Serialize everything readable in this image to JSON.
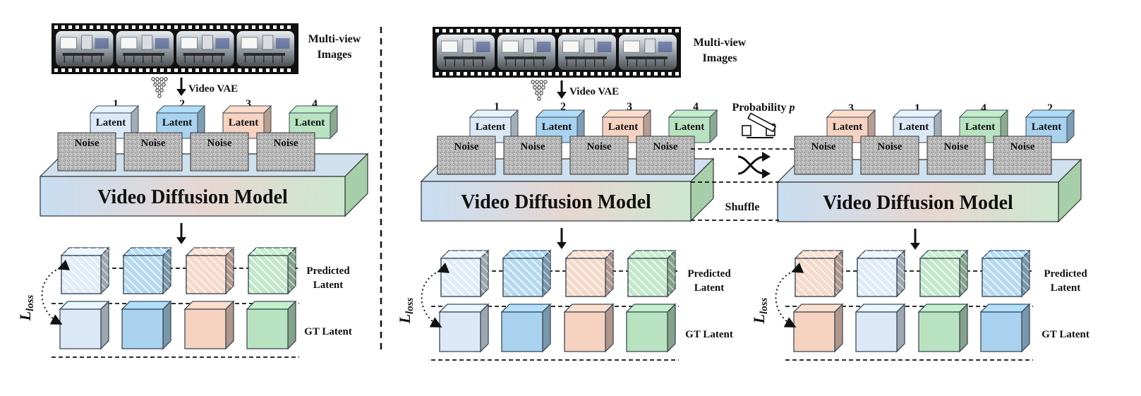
{
  "labels": {
    "multiview_line1": "Multi-view",
    "multiview_line2": "Images",
    "video_vae": "Video VAE",
    "latent": "Latent",
    "noise": "Noise",
    "model": "Video Diffusion Model",
    "predicted_line1": "Predicted",
    "predicted_line2": "Latent",
    "gt_latent": "GT Latent",
    "loss_main": "L",
    "loss_sub": "loss",
    "probability": "Probability ",
    "probability_var": "p",
    "shuffle": "Shuffle"
  },
  "colors": {
    "blue_light": "#dbe8f5",
    "blue": "#a8d2ee",
    "peach": "#f6d2c0",
    "green": "#b9e3c0",
    "platform_start": "#c7def2",
    "platform_mid": "#e7d6d1",
    "platform_end": "#cde8cf"
  },
  "left_panel": {
    "frame_order": [
      "1",
      "2",
      "3",
      "4"
    ],
    "predicted_colors": [
      "blue_light",
      "blue",
      "peach",
      "green"
    ],
    "gt_colors": [
      "blue_light",
      "blue",
      "peach",
      "green"
    ]
  },
  "right_panel_a": {
    "frame_order": [
      "1",
      "2",
      "3",
      "4"
    ],
    "predicted_colors": [
      "blue_light",
      "blue",
      "peach",
      "green"
    ],
    "gt_colors": [
      "blue_light",
      "blue",
      "peach",
      "green"
    ]
  },
  "right_panel_b": {
    "frame_order": [
      "3",
      "1",
      "4",
      "2"
    ],
    "predicted_colors": [
      "peach",
      "blue_light",
      "green",
      "blue"
    ],
    "gt_colors": [
      "peach",
      "blue_light",
      "green",
      "blue"
    ]
  }
}
